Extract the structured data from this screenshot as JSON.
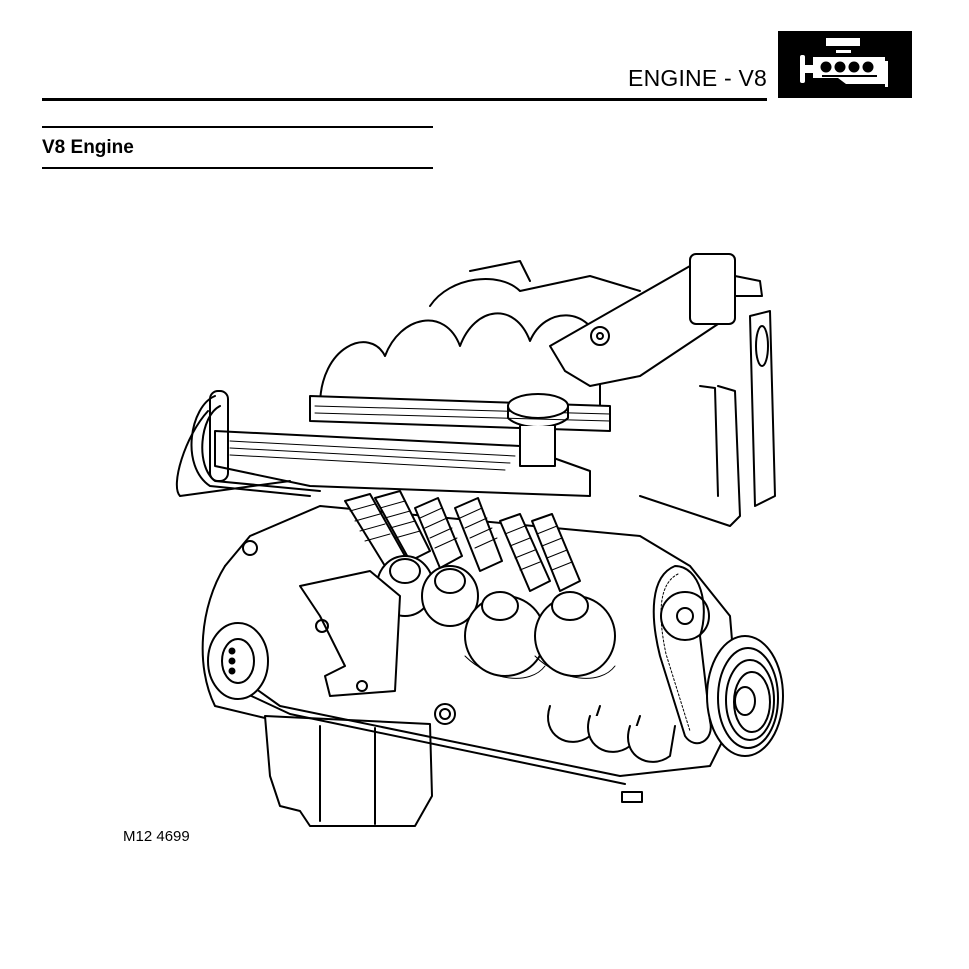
{
  "header": {
    "section_title": "ENGINE - V8",
    "icon": "engine-icon"
  },
  "page": {
    "heading": "V8 Engine"
  },
  "figure": {
    "description": "Cutaway illustration of V8 engine",
    "reference": "M12 4699"
  },
  "colors": {
    "ink": "#000000",
    "paper": "#ffffff"
  }
}
